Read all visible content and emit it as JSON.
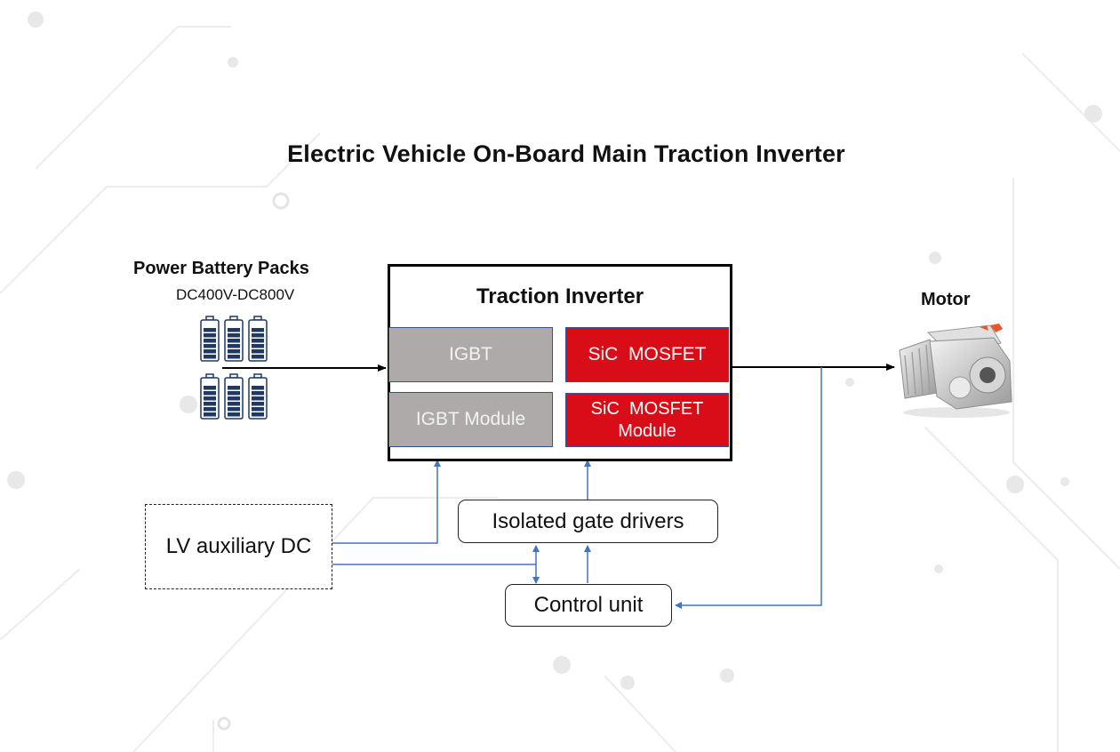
{
  "title": "Electric Vehicle On-Board Main Traction Inverter",
  "battery": {
    "label": "Power Battery Packs",
    "voltage": "DC400V-DC800V",
    "icon": "battery-icon",
    "count": 6
  },
  "inverter": {
    "title": "Traction Inverter",
    "cells": [
      {
        "label": "IGBT"
      },
      {
        "label": "SiC  MOSFET"
      },
      {
        "label": "IGBT Module"
      },
      {
        "label": "SiC  MOSFET\nModule"
      }
    ]
  },
  "motor": {
    "label": "Motor",
    "icon": "motor-icon"
  },
  "lv_aux": {
    "label": "LV auxiliary DC"
  },
  "gate_drivers": {
    "label": "Isolated gate drivers"
  },
  "control_unit": {
    "label": "Control unit"
  },
  "colors": {
    "igbt": "#aeaaaa",
    "sic": "#d90d18",
    "connector": "#4472c4",
    "power_line": "#000000"
  }
}
